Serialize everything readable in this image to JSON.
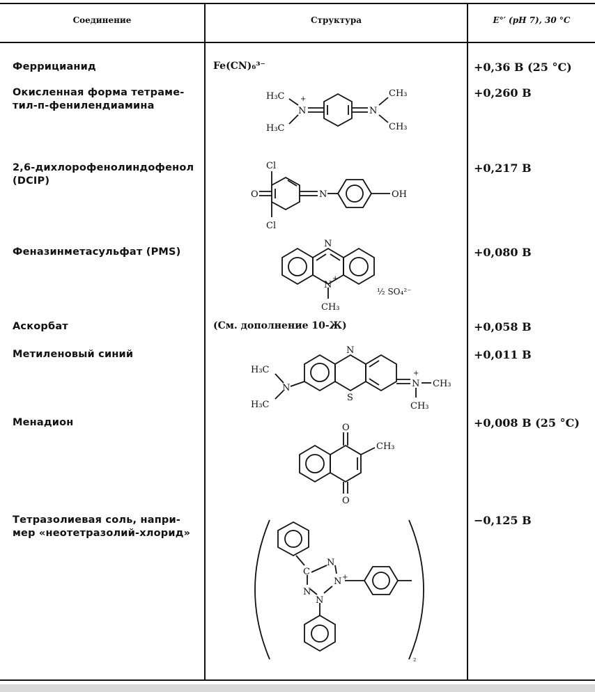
{
  "header": {
    "col1": "Соединение",
    "col2": "Структура",
    "col3": "E°′ (pH 7), 30 °C"
  },
  "rows": [
    {
      "name": "Феррицианид",
      "structure_text": "Fe(CN)₆³⁻",
      "potential": "+0,36 В (25 °C)"
    },
    {
      "name": "Окисленная форма тетраме-\nтил-п-фенилендиамина",
      "potential": "+0,260 В"
    },
    {
      "name": "2,6-дихлорофенолиндофенол\n(DCIP)",
      "potential": "+0,217 В"
    },
    {
      "name": "Феназинметасульфат (PMS)",
      "potential": "+0,080 В"
    },
    {
      "name": "Аскорбат",
      "structure_text": "(См. дополнение 10-Ж)",
      "potential": "+0,058 В"
    },
    {
      "name": "Метиленовый синий",
      "potential": "+0,011 В"
    },
    {
      "name": "Менадион",
      "potential": "+0,008 В (25 °C)"
    },
    {
      "name": "Тетразолиевая соль, напри-\nмер «неотетразолий-хлорид»",
      "potential": "−0,125 В"
    }
  ],
  "labels": {
    "tmpd": {
      "h3c_top": "H₃C",
      "h3c_bot": "H₃C",
      "n_left": "N",
      "n_right": "N",
      "plus": "+",
      "ch3_top": "CH₃",
      "ch3_bot": "CH₃"
    },
    "dcip": {
      "cl_top": "Cl",
      "cl_bot": "Cl",
      "o": "O",
      "n": "N",
      "oh": "OH"
    },
    "pms": {
      "n_top": "N",
      "n_bot": "N",
      "plus": "+",
      "ch3": "CH₃",
      "anion": "½ SO₄²⁻"
    },
    "mb": {
      "n_top": "N",
      "s": "S",
      "h3c_top": "H₃C",
      "h3c_bot": "H₃C",
      "n_left": "N",
      "n_right": "N",
      "plus": "+",
      "ch3_r": "CH₃",
      "ch3_b": "CH₃"
    },
    "menadione": {
      "o_top": "O",
      "o_bot": "O",
      "ch3": "CH₃"
    },
    "tetrazolium": {
      "c": "C",
      "n1": "N",
      "n2": "N",
      "n3": "N",
      "n4": "N",
      "plus": "+",
      "sub": "₂"
    }
  }
}
